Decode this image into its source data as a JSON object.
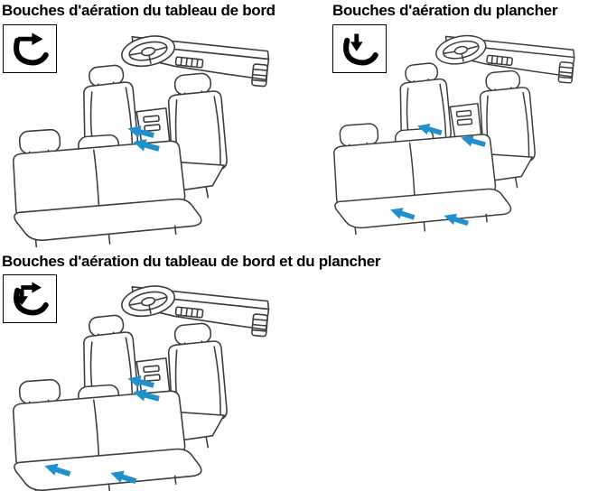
{
  "sections": [
    {
      "title": "Bouches d'aération du tableau de bord",
      "icon": "dashboard-airflow-icon"
    },
    {
      "title": "Bouches d'aération du plancher",
      "icon": "floor-airflow-icon"
    },
    {
      "title": "Bouches d'aération du tableau de bord et du plancher",
      "icon": "dashboard-and-floor-airflow-icon"
    }
  ],
  "colors": {
    "arrow": "#2191ce",
    "line_art": "#3d3d3d",
    "icon": "#000000",
    "background": "#ffffff"
  }
}
